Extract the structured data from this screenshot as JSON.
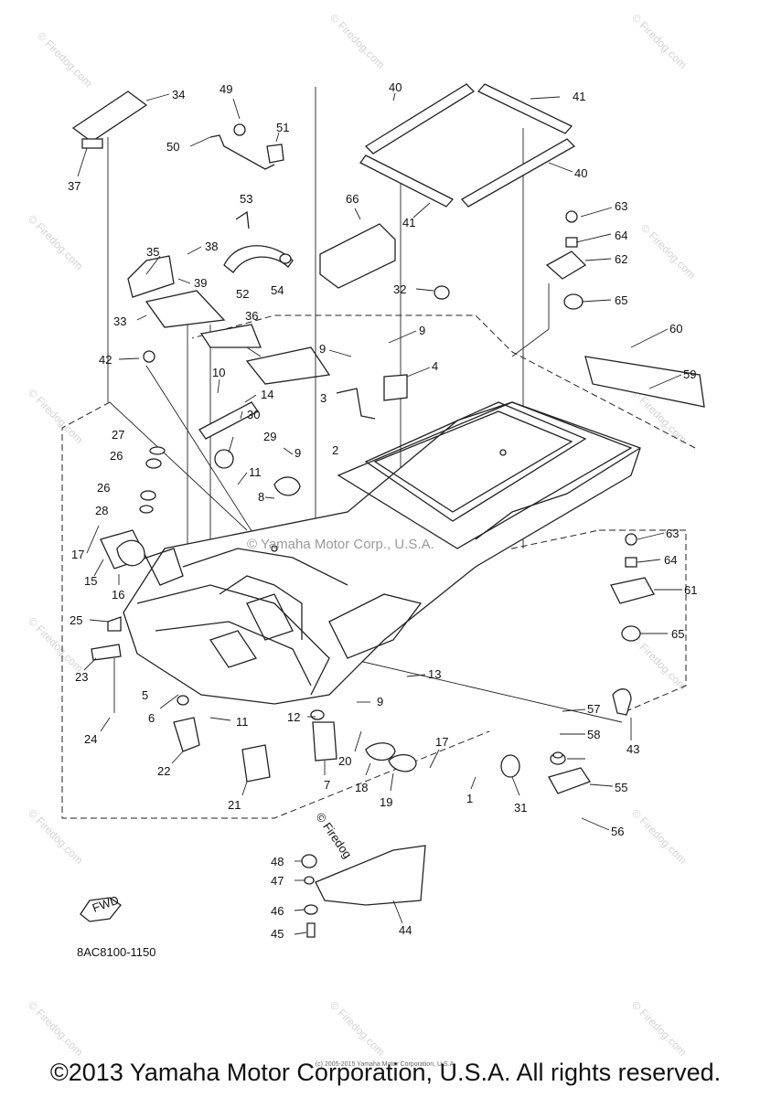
{
  "diagram_code": "8AC8100-1150",
  "fwd_label": "FWD",
  "center_watermark": "© Yamaha Motor Corp., U.S.A.",
  "firedog_stamp": "© Firedog",
  "watermark_text": "© Firedog.com",
  "copyright": "©2013 Yamaha Motor Corporation, U.S.A. All rights reserved.",
  "small_copyright": "(c) 2005-2015 Yamaha Motor Corporation, U.S.A.",
  "callouts": {
    "c1": "1",
    "c2": "2",
    "c3": "3",
    "c4": "4",
    "c5": "5",
    "c6": "6",
    "c7": "7",
    "c8": "8",
    "c9a": "9",
    "c9b": "9",
    "c9c": "9",
    "c9d": "9",
    "c10": "10",
    "c11a": "11",
    "c11b": "11",
    "c12": "12",
    "c13": "13",
    "c14": "14",
    "c15": "15",
    "c16": "16",
    "c17a": "17",
    "c17b": "17",
    "c18": "18",
    "c19": "19",
    "c20": "20",
    "c21": "21",
    "c22": "22",
    "c23": "23",
    "c24": "24",
    "c25": "25",
    "c26a": "26",
    "c26b": "26",
    "c27": "27",
    "c28": "28",
    "c29": "29",
    "c30": "30",
    "c31": "31",
    "c32": "32",
    "c33": "33",
    "c34": "34",
    "c35": "35",
    "c36": "36",
    "c37": "37",
    "c38": "38",
    "c39": "39",
    "c40a": "40",
    "c40b": "40",
    "c41a": "41",
    "c41b": "41",
    "c42": "42",
    "c43": "43",
    "c44": "44",
    "c45": "45",
    "c46": "46",
    "c47": "47",
    "c48": "48",
    "c49": "49",
    "c50": "50",
    "c51": "51",
    "c52": "52",
    "c53": "53",
    "c54": "54",
    "c55": "55",
    "c56": "56",
    "c57": "57",
    "c58": "58",
    "c59": "59",
    "c60": "60",
    "c61": "61",
    "c62": "62",
    "c63a": "63",
    "c63b": "63",
    "c64a": "64",
    "c64b": "64",
    "c65a": "65",
    "c65b": "65",
    "c66": "66"
  }
}
